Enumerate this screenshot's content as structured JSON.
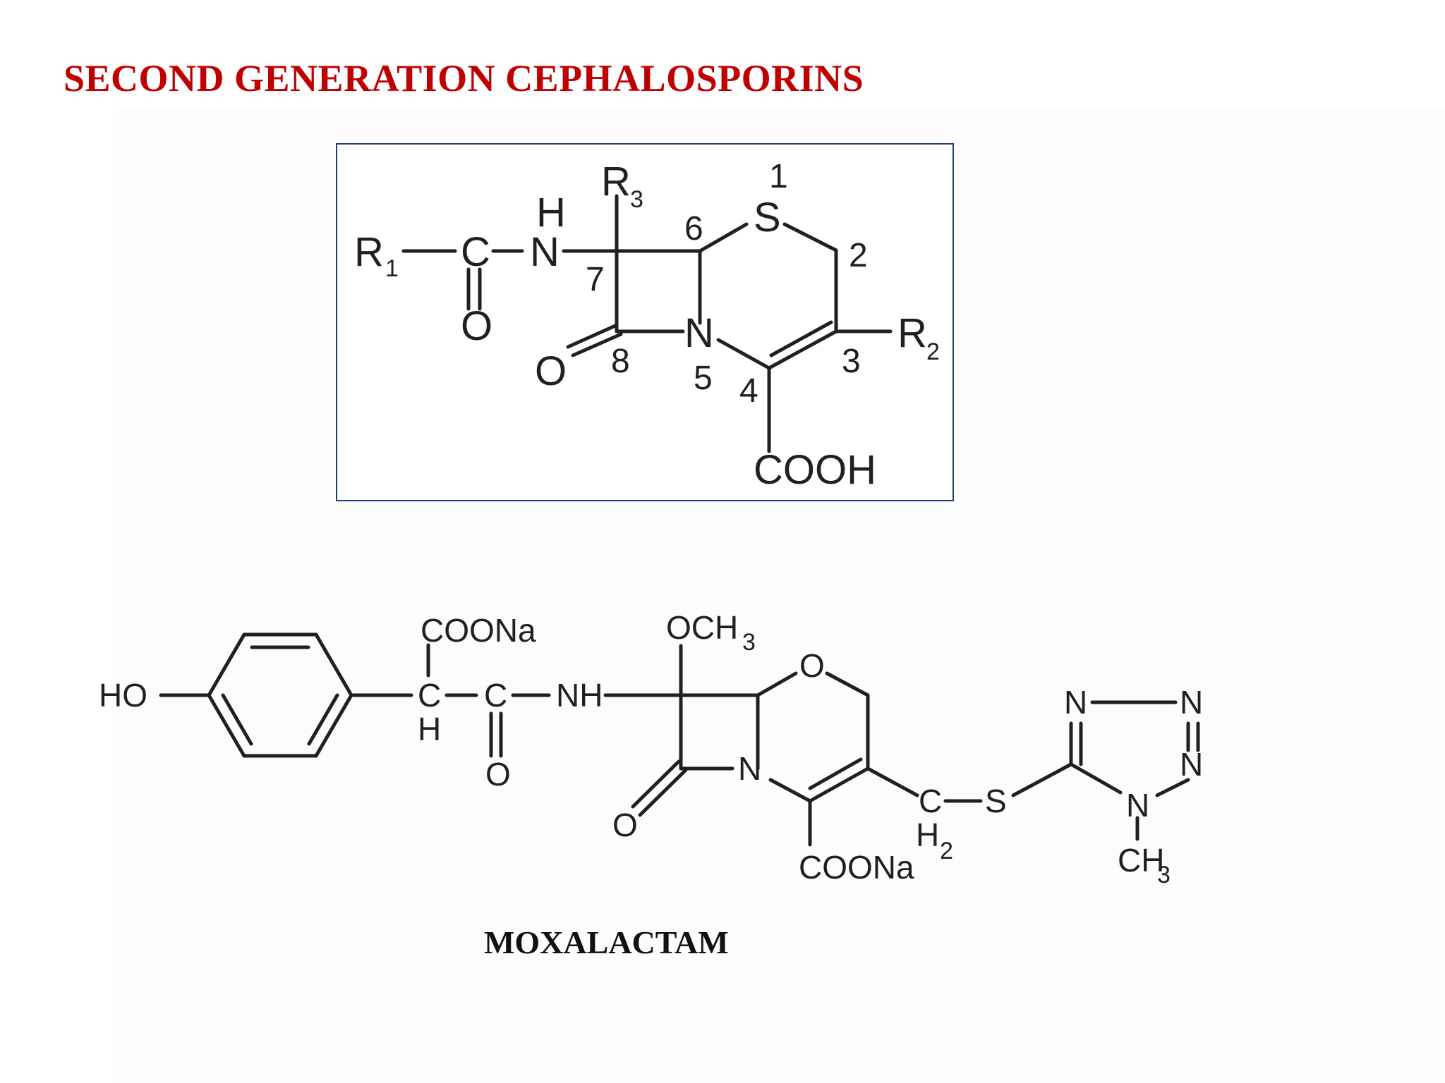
{
  "slide": {
    "title": "SECOND GENERATION CEPHALOSPORINS",
    "caption": "MOXALACTAM",
    "colors": {
      "title": "#c00000",
      "box_border": "#1f3a78",
      "ink": "#231f20"
    }
  },
  "core_structure": {
    "atoms": {
      "r1": "R",
      "r1_sub": "1",
      "r2": "R",
      "r2_sub": "2",
      "r3": "R",
      "r3_sub": "3",
      "carbonyl_c": "C",
      "amide_h": "H",
      "amide_n": "N",
      "acyl_o": "O",
      "lactam_o": "O",
      "ring_n": "N",
      "ring_s": "S",
      "carboxyl": "COOH"
    },
    "positions": {
      "p1": "1",
      "p2": "2",
      "p3": "3",
      "p4": "4",
      "p5": "5",
      "p6": "6",
      "p7": "7",
      "p8": "8"
    }
  },
  "moxalactam": {
    "atoms": {
      "ho": "HO",
      "coona_top": "COONa",
      "alpha_c": "C",
      "alpha_h": "H",
      "carbonyl_c": "C",
      "carbonyl_o": "O",
      "nh": "NH",
      "och3": "OCH",
      "och3_sub": "3",
      "ring_o": "O",
      "ring_n": "N",
      "lactam_o": "O",
      "coona_bottom": "COONa",
      "ch2_c": "C",
      "ch2_h": "H",
      "ch2_sub": "2",
      "thio_s": "S",
      "tz_n_top_left": "N",
      "tz_n_top_right": "N",
      "tz_n_right": "N",
      "tz_n1": "N",
      "methyl": "CH",
      "methyl_sub": "3"
    }
  }
}
